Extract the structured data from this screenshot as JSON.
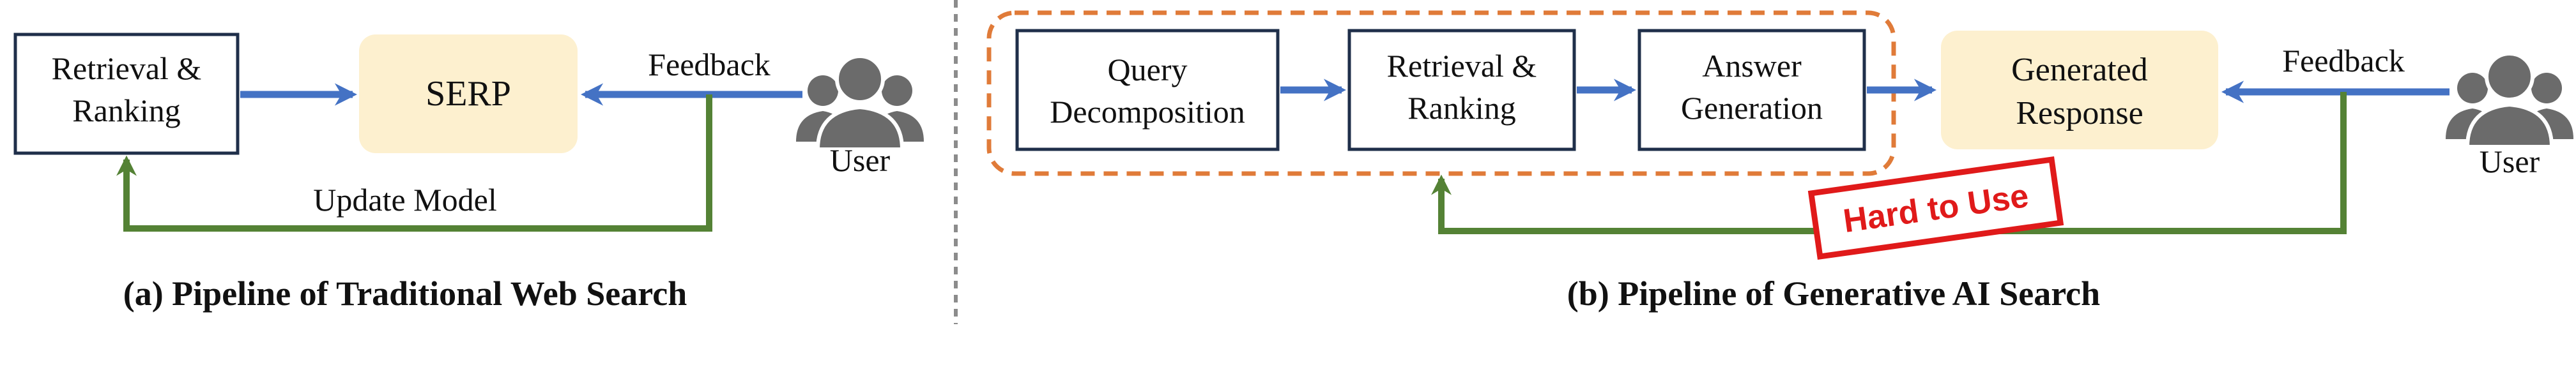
{
  "left_panel": {
    "retrieval_box": {
      "line1": "Retrieval &",
      "line2": "Ranking"
    },
    "serp_label": "SERP",
    "feedback_label": "Feedback",
    "user_label": "User",
    "update_label": "Update Model",
    "caption": "(a) Pipeline of Traditional Web Search"
  },
  "right_panel": {
    "query_box": {
      "line1": "Query",
      "line2": "Decomposition"
    },
    "retrieval_box": {
      "line1": "Retrieval &",
      "line2": "Ranking"
    },
    "answer_box": {
      "line1": "Answer",
      "line2": "Generation"
    },
    "response_box": {
      "line1": "Generated",
      "line2": "Response"
    },
    "feedback_label": "Feedback",
    "user_label": "User",
    "stamp_label": "Hard to Use",
    "caption": "(b) Pipeline of Generative AI Search"
  },
  "colors": {
    "box_border": "#1f2f4a",
    "highlight_fill": "#fdf0cf",
    "flow_arrow": "#4472c4",
    "feedback_arrow": "#548235",
    "dashed_group": "#e07b39",
    "stamp_red": "#e01a1a",
    "user_icon": "#6b6b6b",
    "divider": "#8c8c8c"
  },
  "icons": {
    "user": "users-group-icon"
  }
}
